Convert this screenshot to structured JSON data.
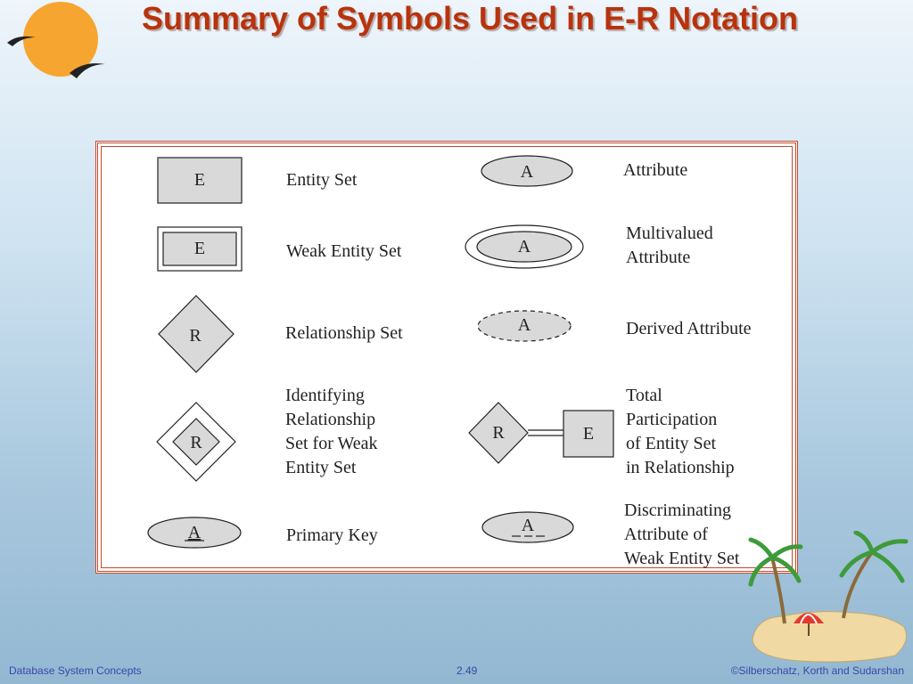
{
  "slide": {
    "title": "Summary of Symbols Used in E-R Notation"
  },
  "symbols": {
    "entity_set": {
      "symbol_text": "E",
      "label": "Entity Set"
    },
    "weak_entity_set": {
      "symbol_text": "E",
      "label": "Weak Entity Set"
    },
    "relationship_set": {
      "symbol_text": "R",
      "label": "Relationship Set"
    },
    "identifying_relationship_set": {
      "symbol_text": "R",
      "label": "Identifying\nRelationship\nSet for Weak\nEntity Set"
    },
    "primary_key": {
      "symbol_text": "A",
      "label": "Primary Key"
    },
    "attribute": {
      "symbol_text": "A",
      "label": "Attribute"
    },
    "multivalued_attribute": {
      "symbol_text": "A",
      "label": "Multivalued\n Attribute"
    },
    "derived_attribute": {
      "symbol_text": "A",
      "label": "Derived Attribute"
    },
    "total_participation": {
      "relationship_text": "R",
      "entity_text": "E",
      "label": "Total\nParticipation\nof Entity Set\nin Relationship"
    },
    "discriminating_attribute": {
      "symbol_text": "A",
      "label": "Discriminating\nAttribute of\nWeak Entity Set"
    }
  },
  "footer": {
    "left": "Database System Concepts",
    "center": "2.49",
    "right": "©Silberschatz, Korth and Sudarshan"
  },
  "colors": {
    "title": "#b8330d",
    "frame": "#c44a2a",
    "shape_fill": "#d9d9d9",
    "footer_text": "#3b48a8"
  }
}
